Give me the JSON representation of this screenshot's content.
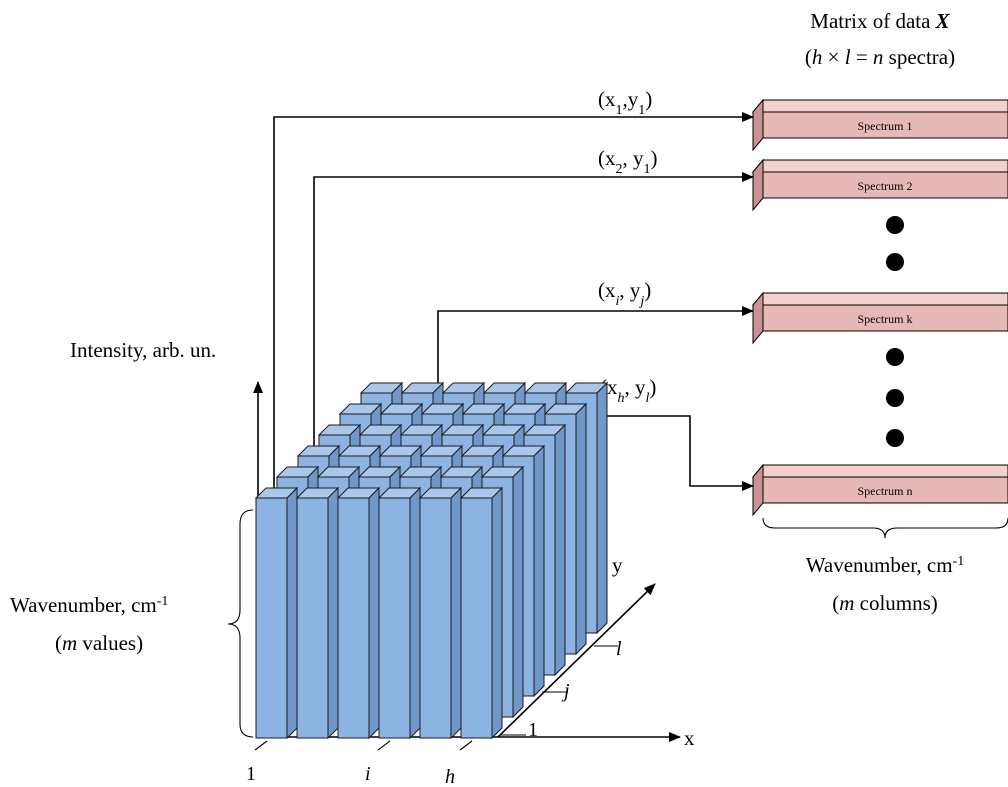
{
  "matrix": {
    "title": "Matrix of data X",
    "subtitle": "(h × l = n spectra)",
    "spectra": [
      "Spectrum 1",
      "Spectrum 2",
      "Spectrum k",
      "Spectrum n"
    ],
    "columns_label": "Wavenumber, cm-1",
    "columns_note": "(m columns)"
  },
  "pixel_labels": [
    "(x1,y1)",
    "(x2, y1)",
    "(xi, yj)",
    "(xh, yl)"
  ],
  "axes": {
    "intensity_label": "Intensity, arb. un.",
    "wavenumber_label": "Wavenumber, cm-1",
    "wavenumber_note": "(m values)",
    "x_axis": "x",
    "y_axis": "y",
    "x_ticks": [
      "1",
      "i",
      "h"
    ],
    "y_ticks": [
      "1",
      "j",
      "l"
    ]
  },
  "colors": {
    "bar_front": "#8DB3E2",
    "bar_top": "#A9C6EB",
    "bar_side": "#6F97C9",
    "spectrum_front": "#E6B8B7",
    "spectrum_top": "#F2D1D0",
    "spectrum_side": "#C99392"
  }
}
